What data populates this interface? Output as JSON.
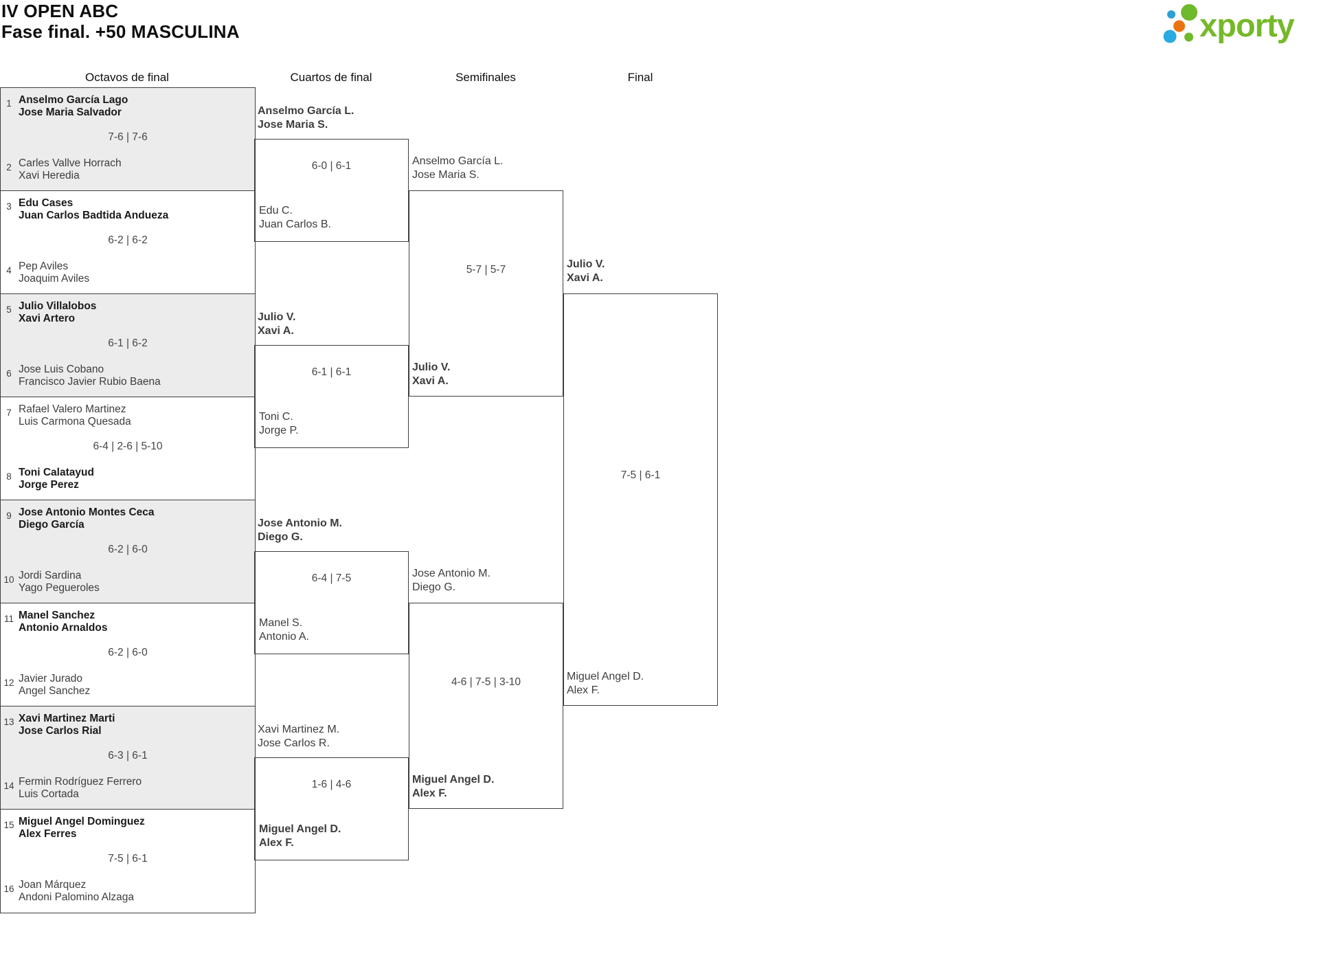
{
  "title": {
    "line1": "IV OPEN ABC",
    "line2": "Fase final. +50 MASCULINA"
  },
  "logo": {
    "text": "xporty",
    "green": "#76b82a",
    "blue_dark": "#2e9fd4",
    "blue_light": "#29abe2",
    "orange": "#e97511"
  },
  "rounds": [
    "Octavos de final",
    "Cuartos de final",
    "Semifinales",
    "Final"
  ],
  "colors": {
    "border": "#3f3f3f",
    "shaded_row": "#ececec",
    "winner_text": "#1a1a1a",
    "loser_text": "#3d3d3d"
  },
  "octavos": {
    "matches": [
      {
        "seed1": "1",
        "t1a": "Anselmo García Lago",
        "t1b": "Jose Maria Salvador",
        "winner": "top",
        "score": "7-6 | 7-6",
        "seed2": "2",
        "t2a": "Carles Vallve Horrach",
        "t2b": "Xavi Heredia"
      },
      {
        "seed1": "3",
        "t1a": "Edu Cases",
        "t1b": "Juan Carlos Badtida Andueza",
        "winner": "top",
        "score": "6-2 | 6-2",
        "seed2": "4",
        "t2a": "Pep Aviles",
        "t2b": "Joaquim Aviles"
      },
      {
        "seed1": "5",
        "t1a": "Julio Villalobos",
        "t1b": "Xavi Artero",
        "winner": "top",
        "score": "6-1 | 6-2",
        "seed2": "6",
        "t2a": "Jose Luis Cobano",
        "t2b": "Francisco Javier Rubio Baena"
      },
      {
        "seed1": "7",
        "t1a": "Rafael Valero Martinez",
        "t1b": "Luis Carmona Quesada",
        "winner": "bottom",
        "score": "6-4 | 2-6 | 5-10",
        "seed2": "8",
        "t2a": "Toni Calatayud",
        "t2b": "Jorge Perez"
      },
      {
        "seed1": "9",
        "t1a": "Jose Antonio Montes Ceca",
        "t1b": "Diego García",
        "winner": "top",
        "score": "6-2 | 6-0",
        "seed2": "10",
        "t2a": "Jordi Sardina",
        "t2b": "Yago Pegueroles"
      },
      {
        "seed1": "11",
        "t1a": "Manel Sanchez",
        "t1b": "Antonio Arnaldos",
        "winner": "top",
        "score": "6-2 | 6-0",
        "seed2": "12",
        "t2a": "Javier Jurado",
        "t2b": "Angel Sanchez"
      },
      {
        "seed1": "13",
        "t1a": "Xavi Martinez Marti",
        "t1b": "Jose Carlos Rial",
        "winner": "top",
        "score": "6-3 | 6-1",
        "seed2": "14",
        "t2a": "Fermin Rodríguez Ferrero",
        "t2b": "Luis Cortada"
      },
      {
        "seed1": "15",
        "t1a": "Miguel Angel Dominguez",
        "t1b": "Alex Ferres",
        "winner": "top",
        "score": "7-5 | 6-1",
        "seed2": "16",
        "t2a": "Joan Márquez",
        "t2b": "Andoni Palomino Alzaga"
      }
    ]
  },
  "cuartos": [
    {
      "t1a": "Anselmo García L.",
      "t1b": "Jose Maria S.",
      "winner": "top",
      "score": "6-0 | 6-1",
      "t2a": "Edu C.",
      "t2b": "Juan Carlos B."
    },
    {
      "t1a": "Julio V.",
      "t1b": "Xavi A.",
      "winner": "top",
      "score": "6-1 | 6-1",
      "t2a": "Toni C.",
      "t2b": "Jorge P."
    },
    {
      "t1a": "Jose Antonio M.",
      "t1b": "Diego G.",
      "winner": "top",
      "score": "6-4 | 7-5",
      "t2a": "Manel S.",
      "t2b": "Antonio A."
    },
    {
      "t1a": "Xavi Martinez M.",
      "t1b": "Jose Carlos R.",
      "winner": "bottom",
      "score": "1-6 | 4-6",
      "t2a": "Miguel Angel D.",
      "t2b": "Alex F."
    }
  ],
  "semifinales": [
    {
      "t1a": "Anselmo García L.",
      "t1b": "Jose Maria S.",
      "winner": "bottom",
      "score": "5-7 | 5-7",
      "t2a": "Julio V.",
      "t2b": "Xavi A."
    },
    {
      "t1a": "Jose Antonio M.",
      "t1b": "Diego G.",
      "winner": "bottom",
      "score": "4-6 | 7-5 | 3-10",
      "t2a": "Miguel Angel D.",
      "t2b": "Alex F."
    }
  ],
  "final": {
    "t1a": "Julio V.",
    "t1b": "Xavi A.",
    "winner": "top",
    "score": "7-5 | 6-1",
    "t2a": "Miguel Angel D.",
    "t2b": "Alex F."
  }
}
